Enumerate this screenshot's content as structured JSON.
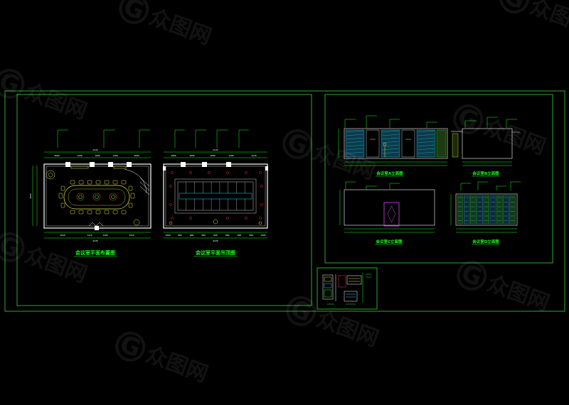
{
  "watermark": {
    "text": "众图网"
  },
  "drawings": {
    "plan_layout_title": "会议室平面布置图",
    "plan_ceiling_title": "会议室平面吊顶图",
    "elev_a_title": "会议室A立面图",
    "elev_b_title": "会议室B立面图",
    "elev_c_title": "会议室C立面图",
    "elev_d_title": "会议室D立面图"
  },
  "dimensions": {
    "plan_top_total": "9240",
    "plan_bottom_total": "9240",
    "plan_top_segments": [
      "2600",
      "1200",
      "1800",
      "1200",
      "2600"
    ],
    "plan_bottom_segments": [
      "3020",
      "1470",
      "1400",
      "3350"
    ],
    "plan_side": "4800",
    "ceiling_top_total": "9240",
    "ceiling_bottom_total": "9240",
    "ceiling_top_segments": [
      "2000",
      "1800",
      "1800",
      "1200",
      "2440"
    ],
    "ceiling_bottom_segments": [
      "1000",
      "800",
      "800",
      "800",
      "800",
      "800",
      "800",
      "800",
      "1000"
    ]
  },
  "colors": {
    "background": "#000000",
    "frame": "#2ea82e",
    "title_text": "#19ff19",
    "dim_line": "#19ff19",
    "wall": "#ffffff",
    "furniture": "#e8e84a",
    "accent_red": "#ff3030",
    "accent_cyan": "#33d6ff",
    "accent_magenta": "#d946ef"
  }
}
